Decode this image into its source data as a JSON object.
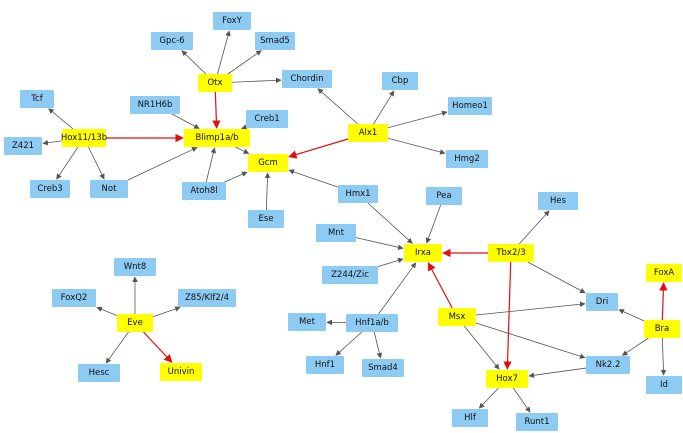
{
  "colors": {
    "blue_node": "#8ecbf2",
    "yellow_node": "#ffff00",
    "edge": "#555555",
    "red_edge": "#e01010"
  },
  "nodes": [
    {
      "id": "FoxY",
      "label": "FoxY",
      "color": "blue"
    },
    {
      "id": "Gpc6",
      "label": "Gpc-6",
      "color": "blue"
    },
    {
      "id": "Smad5",
      "label": "Smad5",
      "color": "blue"
    },
    {
      "id": "Otx",
      "label": "Otx",
      "color": "yellow"
    },
    {
      "id": "Chordin",
      "label": "Chordin",
      "color": "blue"
    },
    {
      "id": "Cbp",
      "label": "Cbp",
      "color": "blue"
    },
    {
      "id": "Tcf",
      "label": "Tcf",
      "color": "blue"
    },
    {
      "id": "NR1H6b",
      "label": "NR1H6b",
      "color": "blue"
    },
    {
      "id": "Blimp1",
      "label": "Blimp1a/b",
      "color": "yellow"
    },
    {
      "id": "Creb1",
      "label": "Creb1",
      "color": "blue"
    },
    {
      "id": "Homeo1",
      "label": "Homeo1",
      "color": "blue"
    },
    {
      "id": "Alx1",
      "label": "Alx1",
      "color": "yellow"
    },
    {
      "id": "Hox11",
      "label": "Hox11/13b",
      "color": "yellow"
    },
    {
      "id": "Z421",
      "label": "Z421",
      "color": "blue"
    },
    {
      "id": "Hmg2",
      "label": "Hmg2",
      "color": "blue"
    },
    {
      "id": "Gcm",
      "label": "Gcm",
      "color": "yellow"
    },
    {
      "id": "Creb3",
      "label": "Creb3",
      "color": "blue"
    },
    {
      "id": "Not",
      "label": "Not",
      "color": "blue"
    },
    {
      "id": "Atoh8l",
      "label": "Atoh8l",
      "color": "blue"
    },
    {
      "id": "Hmx1",
      "label": "Hmx1",
      "color": "blue"
    },
    {
      "id": "Pea",
      "label": "Pea",
      "color": "blue"
    },
    {
      "id": "Hes",
      "label": "Hes",
      "color": "blue"
    },
    {
      "id": "Ese",
      "label": "Ese",
      "color": "blue"
    },
    {
      "id": "Mnt",
      "label": "Mnt",
      "color": "blue"
    },
    {
      "id": "Irxa",
      "label": "Irxa",
      "color": "yellow"
    },
    {
      "id": "Tbx23",
      "label": "Tbx2/3",
      "color": "yellow"
    },
    {
      "id": "Wnt8",
      "label": "Wnt8",
      "color": "blue"
    },
    {
      "id": "Z244",
      "label": "Z244/Zic",
      "color": "blue"
    },
    {
      "id": "FoxA",
      "label": "FoxA",
      "color": "yellow"
    },
    {
      "id": "FoxQ2",
      "label": "FoxQ2",
      "color": "blue"
    },
    {
      "id": "Z85",
      "label": "Z85/Klf2/4",
      "color": "blue"
    },
    {
      "id": "Dri",
      "label": "Dri",
      "color": "blue"
    },
    {
      "id": "Eve",
      "label": "Eve",
      "color": "yellow"
    },
    {
      "id": "Met",
      "label": "Met",
      "color": "blue"
    },
    {
      "id": "Hnf1ab",
      "label": "Hnf1a/b",
      "color": "blue"
    },
    {
      "id": "Msx",
      "label": "Msx",
      "color": "yellow"
    },
    {
      "id": "Bra",
      "label": "Bra",
      "color": "yellow"
    },
    {
      "id": "Hnf1",
      "label": "Hnf1",
      "color": "blue"
    },
    {
      "id": "Smad4",
      "label": "Smad4",
      "color": "blue"
    },
    {
      "id": "Nk22",
      "label": "Nk2.2",
      "color": "blue"
    },
    {
      "id": "Hesc",
      "label": "Hesc",
      "color": "blue"
    },
    {
      "id": "Univin",
      "label": "Univin",
      "color": "yellow"
    },
    {
      "id": "Hox7",
      "label": "Hox7",
      "color": "yellow"
    },
    {
      "id": "Id",
      "label": "Id",
      "color": "blue"
    },
    {
      "id": "Hlf",
      "label": "Hlf",
      "color": "blue"
    },
    {
      "id": "Runt1",
      "label": "Runt1",
      "color": "blue"
    }
  ],
  "edges": [
    {
      "from": "Otx",
      "to": "FoxY",
      "red": false
    },
    {
      "from": "Otx",
      "to": "Gpc6",
      "red": false
    },
    {
      "from": "Otx",
      "to": "Smad5",
      "red": false
    },
    {
      "from": "Otx",
      "to": "Chordin",
      "red": false
    },
    {
      "from": "Otx",
      "to": "Blimp1",
      "red": true
    },
    {
      "from": "Alx1",
      "to": "Chordin",
      "red": false
    },
    {
      "from": "Alx1",
      "to": "Cbp",
      "red": false
    },
    {
      "from": "Alx1",
      "to": "Homeo1",
      "red": false
    },
    {
      "from": "Alx1",
      "to": "Hmg2",
      "red": false
    },
    {
      "from": "Alx1",
      "to": "Gcm",
      "red": true
    },
    {
      "from": "Hox11",
      "to": "Tcf",
      "red": false
    },
    {
      "from": "Hox11",
      "to": "Z421",
      "red": false
    },
    {
      "from": "Hox11",
      "to": "Creb3",
      "red": false
    },
    {
      "from": "Hox11",
      "to": "Not",
      "red": false
    },
    {
      "from": "Hox11",
      "to": "Blimp1",
      "red": true
    },
    {
      "from": "NR1H6b",
      "to": "Blimp1",
      "red": false
    },
    {
      "from": "Creb1",
      "to": "Blimp1",
      "red": false
    },
    {
      "from": "Not",
      "to": "Blimp1",
      "red": false
    },
    {
      "from": "Atoh8l",
      "to": "Blimp1",
      "red": false
    },
    {
      "from": "Blimp1",
      "to": "Gcm",
      "red": false
    },
    {
      "from": "Atoh8l",
      "to": "Gcm",
      "red": false
    },
    {
      "from": "Ese",
      "to": "Gcm",
      "red": false
    },
    {
      "from": "Hmx1",
      "to": "Gcm",
      "red": false
    },
    {
      "from": "Hmx1",
      "to": "Irxa",
      "red": false
    },
    {
      "from": "Pea",
      "to": "Irxa",
      "red": false
    },
    {
      "from": "Mnt",
      "to": "Irxa",
      "red": false
    },
    {
      "from": "Z244",
      "to": "Irxa",
      "red": false
    },
    {
      "from": "Hnf1ab",
      "to": "Irxa",
      "red": false
    },
    {
      "from": "Tbx23",
      "to": "Irxa",
      "red": true
    },
    {
      "from": "Msx",
      "to": "Irxa",
      "red": true
    },
    {
      "from": "Tbx23",
      "to": "Hes",
      "red": false
    },
    {
      "from": "Tbx23",
      "to": "Dri",
      "red": false
    },
    {
      "from": "Tbx23",
      "to": "Hox7",
      "red": true
    },
    {
      "from": "Msx",
      "to": "Dri",
      "red": false
    },
    {
      "from": "Msx",
      "to": "Nk22",
      "red": false
    },
    {
      "from": "Msx",
      "to": "Hox7",
      "red": false
    },
    {
      "from": "Nk22",
      "to": "Hox7",
      "red": false
    },
    {
      "from": "Bra",
      "to": "Dri",
      "red": false
    },
    {
      "from": "Bra",
      "to": "Nk22",
      "red": false
    },
    {
      "from": "Bra",
      "to": "Id",
      "red": false
    },
    {
      "from": "Bra",
      "to": "FoxA",
      "red": true
    },
    {
      "from": "Hox7",
      "to": "Hlf",
      "red": false
    },
    {
      "from": "Hox7",
      "to": "Runt1",
      "red": false
    },
    {
      "from": "Hnf1ab",
      "to": "Met",
      "red": false
    },
    {
      "from": "Hnf1ab",
      "to": "Hnf1",
      "red": false
    },
    {
      "from": "Hnf1ab",
      "to": "Smad4",
      "red": false
    },
    {
      "from": "Eve",
      "to": "Wnt8",
      "red": false
    },
    {
      "from": "Eve",
      "to": "FoxQ2",
      "red": false
    },
    {
      "from": "Eve",
      "to": "Z85",
      "red": false
    },
    {
      "from": "Eve",
      "to": "Hesc",
      "red": false
    },
    {
      "from": "Eve",
      "to": "Univin",
      "red": true
    }
  ]
}
